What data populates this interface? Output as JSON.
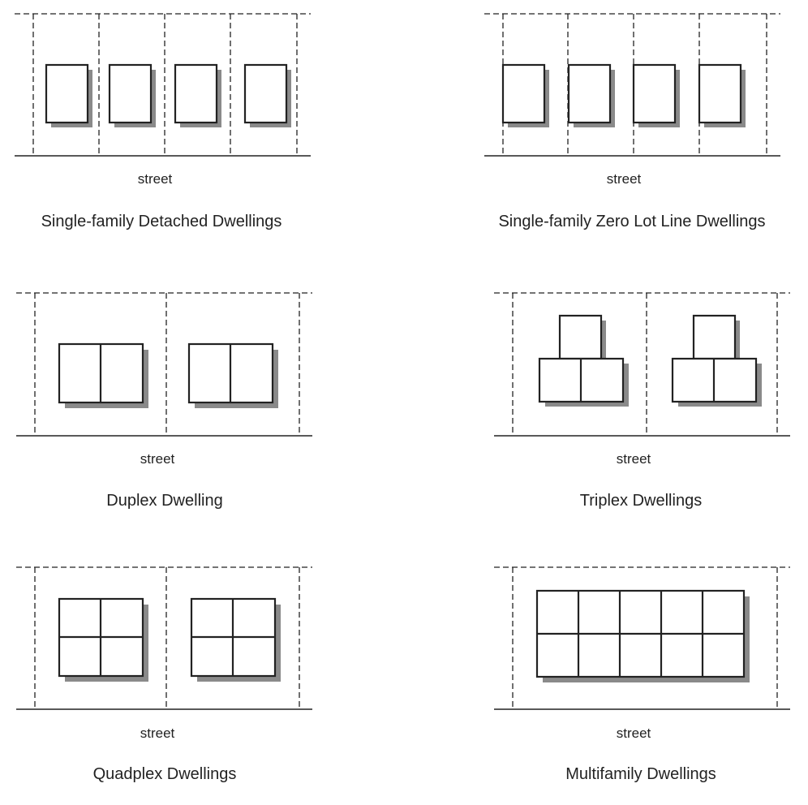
{
  "panels": [
    {
      "street_label": "street",
      "caption": "Single-family Detached Dwellings"
    },
    {
      "street_label": "street",
      "caption": "Single-family Zero Lot Line Dwellings"
    },
    {
      "street_label": "street",
      "caption": "Duplex Dwelling"
    },
    {
      "street_label": "street",
      "caption": "Triplex Dwellings"
    },
    {
      "street_label": "street",
      "caption": "Quadplex Dwellings"
    },
    {
      "street_label": "street",
      "caption": "Multifamily Dwellings"
    }
  ]
}
